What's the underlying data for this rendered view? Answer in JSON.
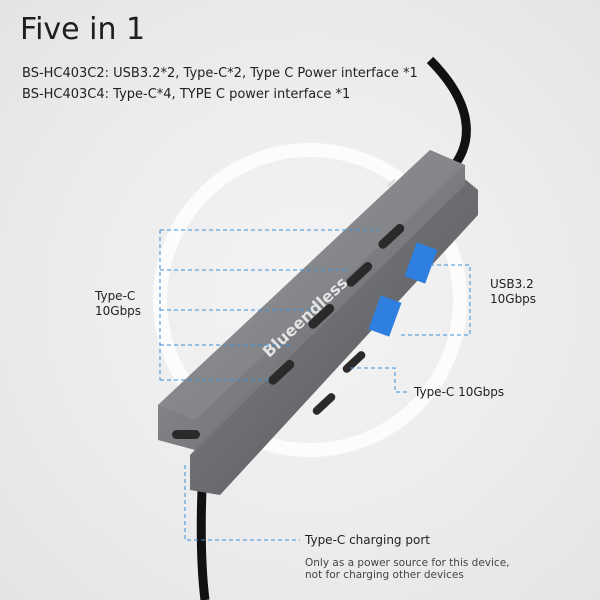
{
  "title": "Five in 1",
  "specs": [
    "BS-HC403C2: USB3.2*2, Type-C*2, Type C Power interface *1",
    "BS-HC403C4: Type-C*4, TYPE C power interface *1"
  ],
  "labels": {
    "type_c_left": [
      "Type-C",
      "10Gbps"
    ],
    "usb32_right": [
      "USB3.2",
      "10Gbps"
    ],
    "type_c_middle": "Type-C 10Gbps",
    "charging_port": "Type-C charging port",
    "charging_note": [
      "Only as a power source for this device,",
      "not for charging other devices"
    ]
  },
  "product": {
    "brand": "Blueendless"
  },
  "colors": {
    "accent_line": "#3a8fd8",
    "usb_port": "#2f7fe0",
    "hub_body": "#7a7c80"
  }
}
